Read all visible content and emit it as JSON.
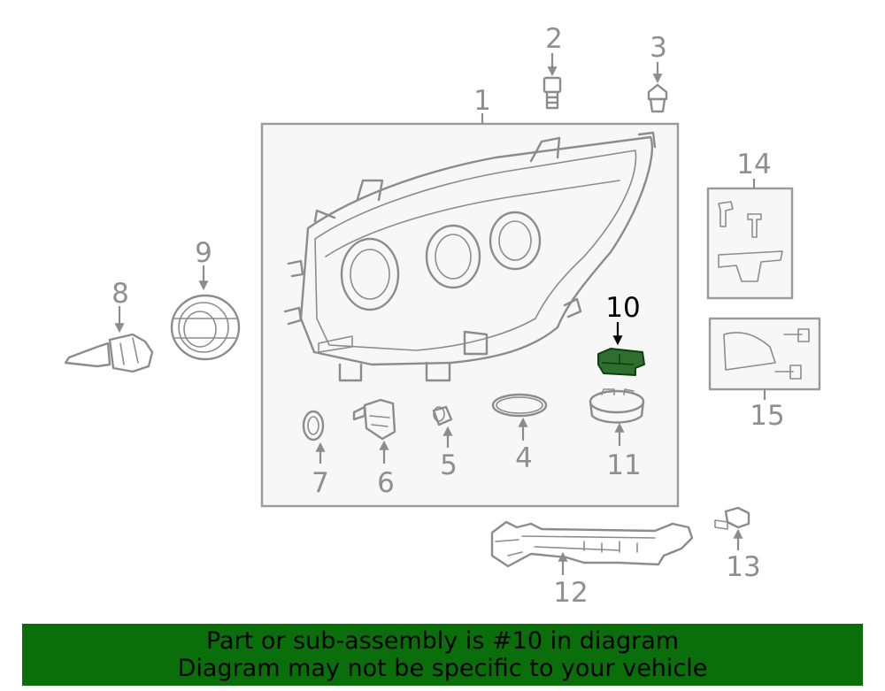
{
  "callouts": {
    "c1": "1",
    "c2": "2",
    "c3": "3",
    "c4": "4",
    "c5": "5",
    "c6": "6",
    "c7": "7",
    "c8": "8",
    "c9": "9",
    "c10": "10",
    "c11": "11",
    "c12": "12",
    "c13": "13",
    "c14": "14",
    "c15": "15"
  },
  "highlight": {
    "part": "10",
    "color": "#2e6e2e"
  },
  "colors": {
    "line": "#8c8c8c",
    "banner": "#0a6e0a",
    "box_fill": "#f7f7f7"
  },
  "banner": {
    "line1": "Part or sub-assembly is #10 in diagram",
    "line2": "Diagram may not be specific to your vehicle"
  }
}
